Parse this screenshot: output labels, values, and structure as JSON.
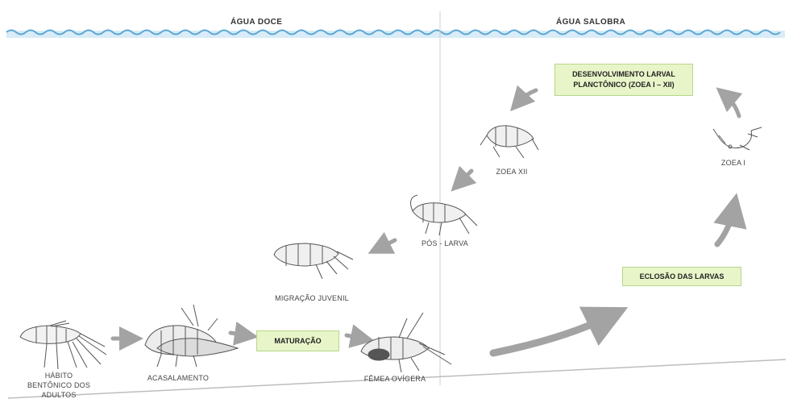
{
  "zones": {
    "fresh": "ÁGUA DOCE",
    "brackish": "ÁGUA SALOBRA"
  },
  "stages": {
    "adults": "HÁBITO BENTÔNICO DOS ADULTOS",
    "mating": "ACASALAMENTO",
    "ovigerous": "FÊMEA OVÍGERA",
    "juvenile": "MIGRAÇÃO JUVENIL",
    "postlarva": "PÓS - LARVA",
    "zoea_xii": "ZOEA XII",
    "zoea_i": "ZOEA I"
  },
  "boxes": {
    "maturation": "MATURAÇÃO",
    "hatching": "ECLOSÃO DAS LARVAS",
    "larval": "DESENVOLVIMENTO LARVAL PLANCTÔNICO (ZOEA I – XII)"
  },
  "colors": {
    "water": "#5aa7d6",
    "arrow": "#a3a3a3",
    "box_fill": "#e8f5c8",
    "box_border": "#b7d68a"
  }
}
